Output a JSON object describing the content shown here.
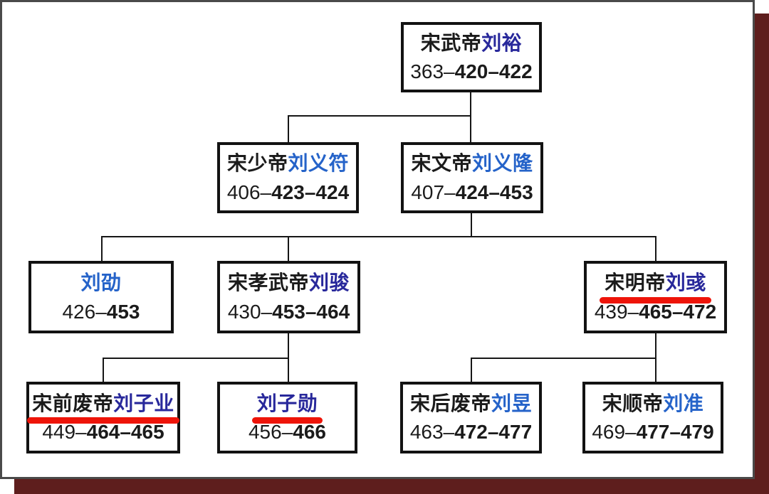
{
  "colors": {
    "link_blue": "#2563c9",
    "visited_blue": "#28289b",
    "highlight_red": "#ee1409",
    "box_border": "#121212",
    "frame_maroon": "#5e1e1d",
    "page_border": "#4a4a4a"
  },
  "diagram": {
    "type": "family-tree",
    "subject": "Liu Song dynasty emperors succession",
    "generations": 4
  },
  "nodes": [
    {
      "title_black": "宋武帝",
      "name_blue": "刘裕",
      "name_style": "visited",
      "date_plain": "363–",
      "date_bold": "420–422",
      "mark": ""
    },
    {
      "title_black": "宋少帝",
      "name_blue": "刘义符",
      "name_style": "link",
      "date_plain": "406–",
      "date_bold": "423–424",
      "mark": ""
    },
    {
      "title_black": "宋文帝",
      "name_blue": "刘义隆",
      "name_style": "link",
      "date_plain": "407–",
      "date_bold": "424–453",
      "mark": ""
    },
    {
      "title_black": "",
      "name_blue": "刘劭",
      "name_style": "link",
      "date_plain": "426–",
      "date_bold": "453",
      "mark": ""
    },
    {
      "title_black": "宋孝武帝",
      "name_blue": "刘骏",
      "name_style": "visited",
      "date_plain": "430–",
      "date_bold": "453–464",
      "mark": ""
    },
    {
      "title_black": "宋明帝",
      "name_blue": "刘彧",
      "name_style": "visited",
      "date_plain": "439–",
      "date_bold": "465–472",
      "mark": "redline"
    },
    {
      "title_black": "宋前废帝",
      "name_blue": "刘子业",
      "name_style": "visited",
      "date_plain": "449–",
      "date_bold": "464–465",
      "mark": "redline"
    },
    {
      "title_black": "",
      "name_blue": "刘子勋",
      "name_style": "visited",
      "date_plain": "456–",
      "date_bold": "466",
      "mark": "redline"
    },
    {
      "title_black": "宋后废帝",
      "name_blue": "刘昱",
      "name_style": "link",
      "date_plain": "463–",
      "date_bold": "472–477",
      "mark": ""
    },
    {
      "title_black": "宋顺帝",
      "name_blue": "刘准",
      "name_style": "link",
      "date_plain": "469–",
      "date_bold": "477–479",
      "mark": ""
    }
  ]
}
